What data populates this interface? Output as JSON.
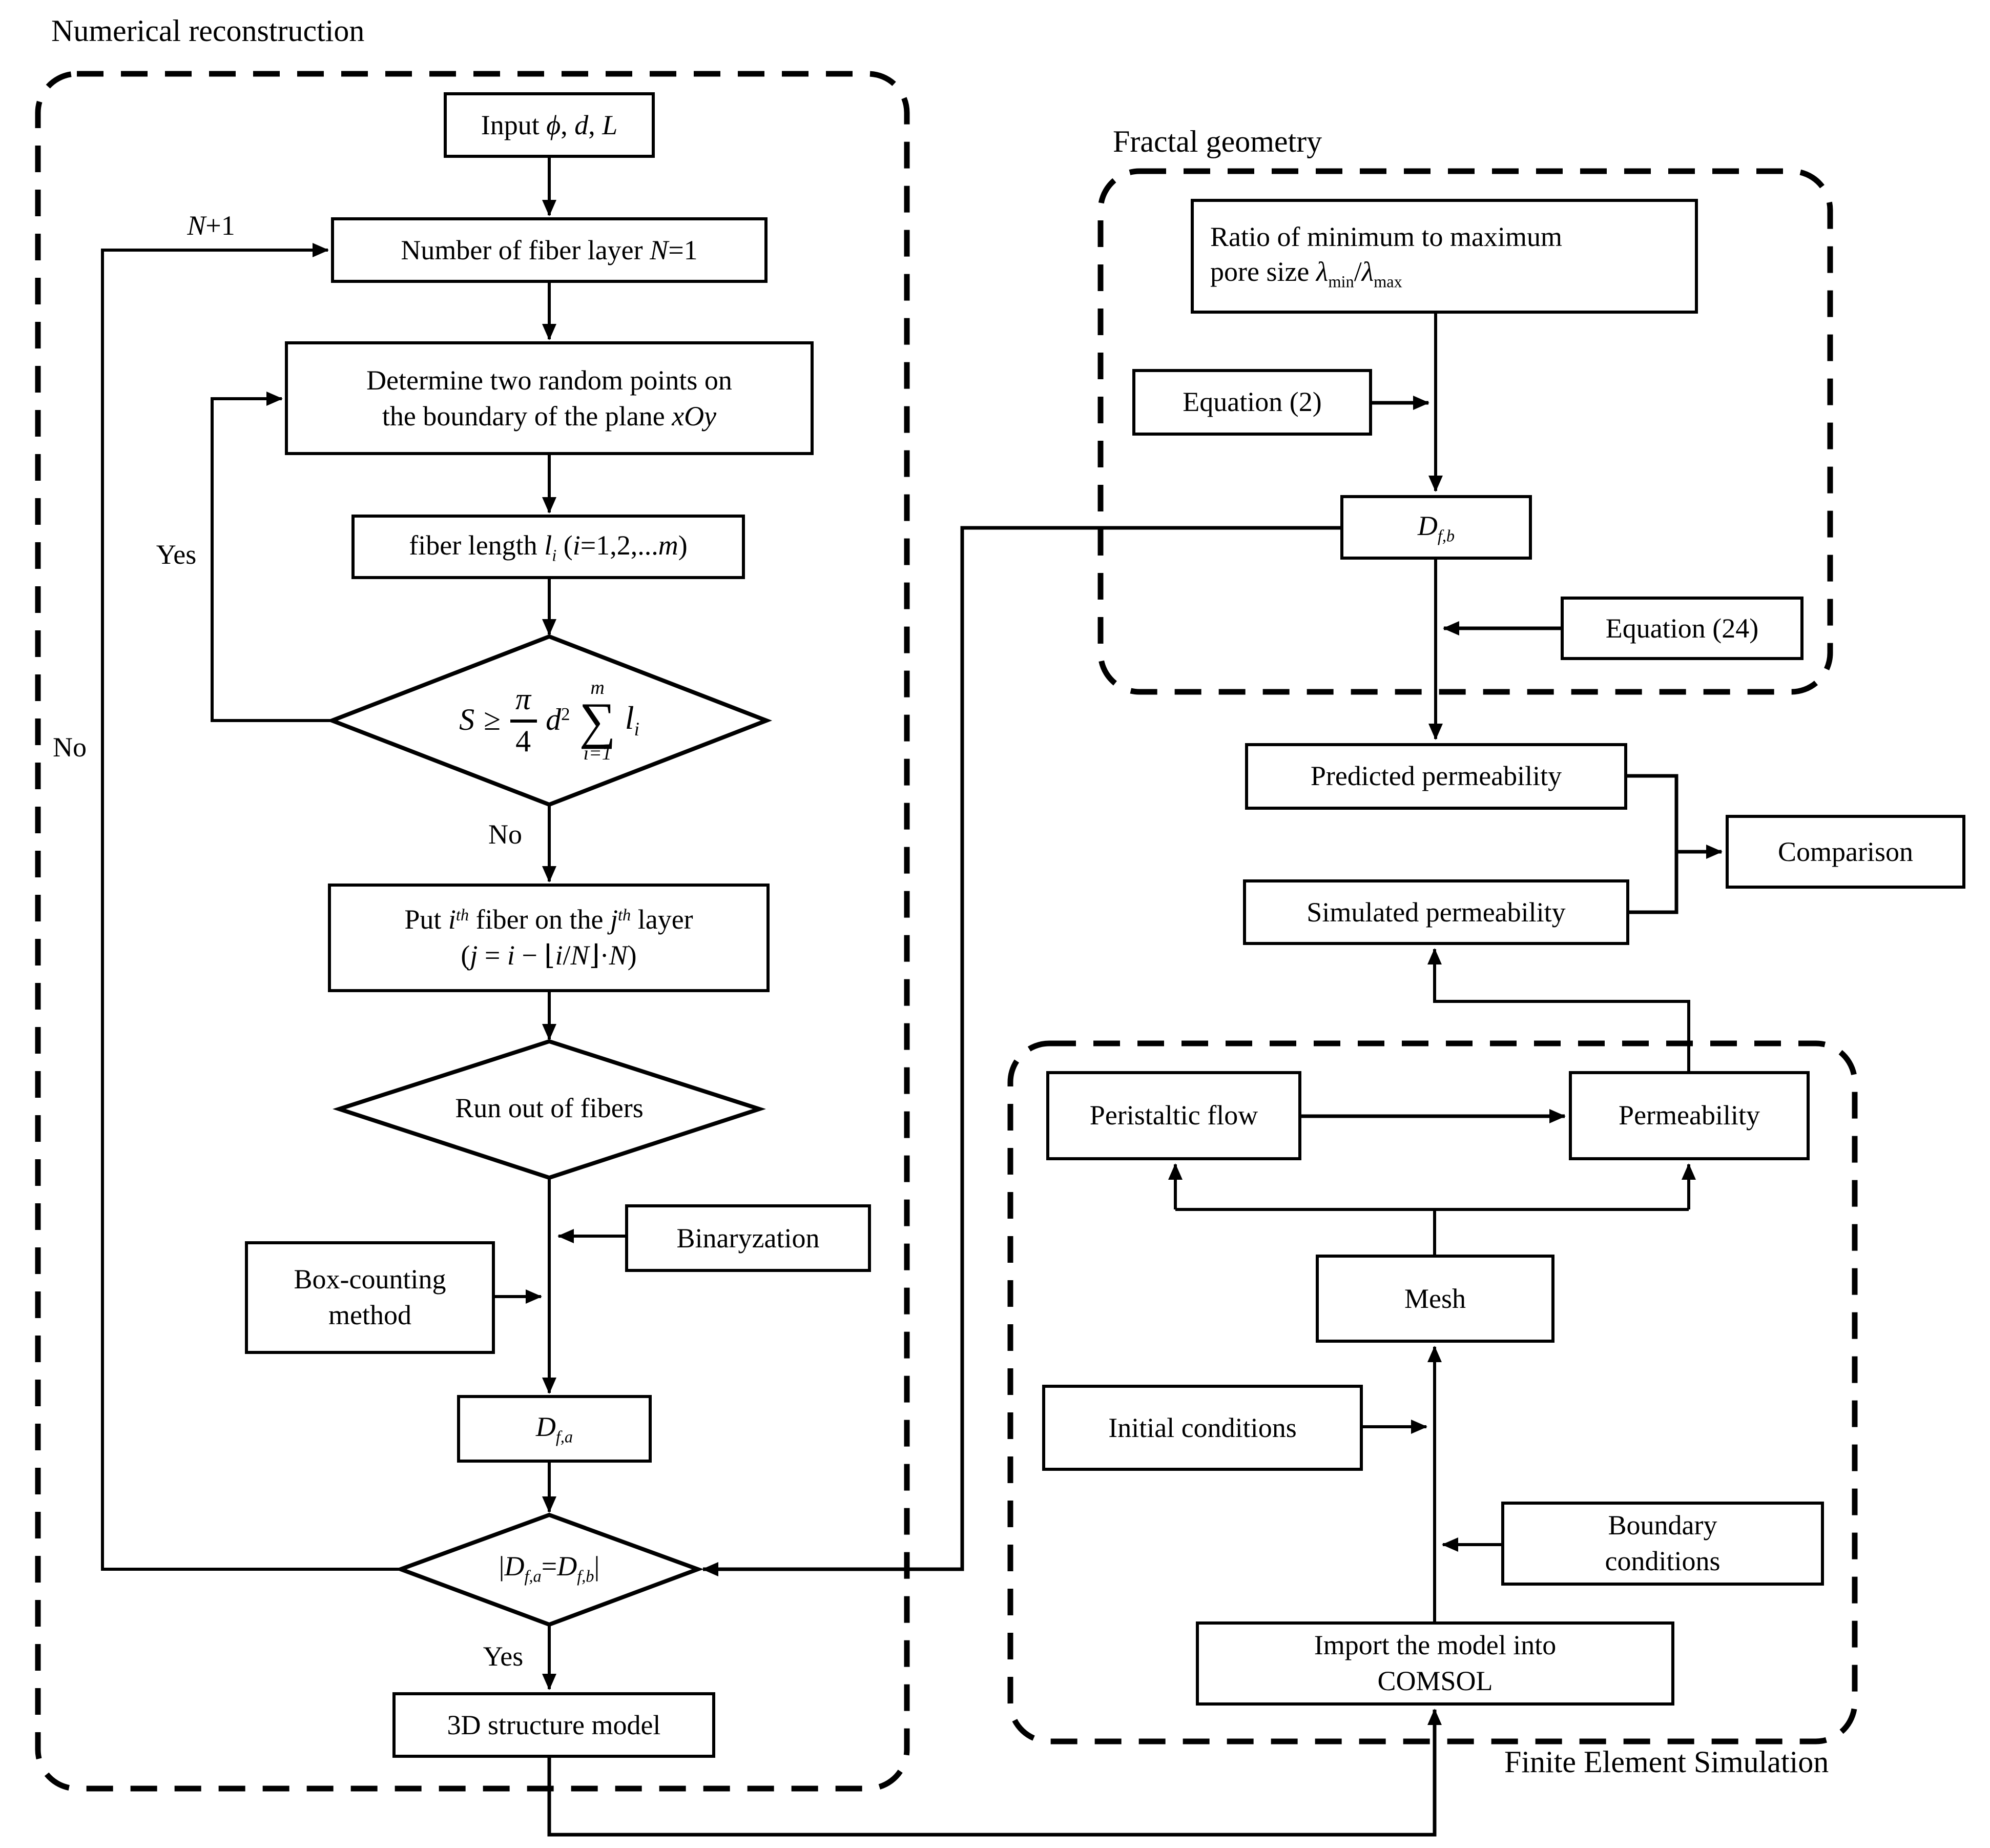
{
  "sections": {
    "numerical": {
      "title": "Numerical reconstruction"
    },
    "fractal": {
      "title": "Fractal geometry"
    },
    "fem": {
      "title": "Finite Element Simulation"
    }
  },
  "labels": {
    "n_plus_1": [
      {
        "t": "N",
        "c": "it"
      },
      {
        "t": "+1"
      }
    ],
    "yes_determine_loop": "Yes",
    "no_rebuild_loop": "No",
    "no_area_check": "No",
    "yes_df_check": "Yes"
  },
  "nodes": {
    "input": {
      "segments": [
        {
          "t": "Input "
        },
        {
          "t": "ϕ",
          "c": "it"
        },
        {
          "t": ", "
        },
        {
          "t": "d",
          "c": "it"
        },
        {
          "t": ", "
        },
        {
          "t": "L",
          "c": "it"
        }
      ]
    },
    "nlayer": {
      "segments": [
        {
          "t": "Number of fiber layer "
        },
        {
          "t": "N",
          "c": "it"
        },
        {
          "t": "=1"
        }
      ]
    },
    "determine": {
      "line1": "Determine two random points on",
      "line2segs": [
        {
          "t": "the boundary of the plane "
        },
        {
          "t": "xOy",
          "c": "it"
        }
      ]
    },
    "fiberlen": {
      "segments": [
        {
          "t": "fiber length "
        },
        {
          "t": "l",
          "c": "it"
        },
        {
          "t": "i",
          "c": "it sub"
        },
        {
          "t": " ("
        },
        {
          "t": "i",
          "c": "it"
        },
        {
          "t": "=1,2,..."
        },
        {
          "t": "m",
          "c": "it"
        },
        {
          "t": ")"
        }
      ]
    },
    "scheck": {
      "lhs": "S",
      "rel": "≥",
      "num": "π",
      "den": "4",
      "var": "d",
      "exp": "2",
      "top": "m",
      "sigma": "∑",
      "bot": "i=1",
      "termvar": "l",
      "termsub": "i"
    },
    "put": {
      "line1segs": [
        {
          "t": "Put "
        },
        {
          "t": "i",
          "c": "it"
        },
        {
          "t": "th",
          "c": "it sup"
        },
        {
          "t": " fiber on the "
        },
        {
          "t": "j",
          "c": "it"
        },
        {
          "t": "th",
          "c": "it sup"
        },
        {
          "t": " layer"
        }
      ],
      "line2segs": [
        {
          "t": "("
        },
        {
          "t": "j",
          "c": "it"
        },
        {
          "t": " = "
        },
        {
          "t": "i",
          "c": "it"
        },
        {
          "t": " − "
        },
        {
          "t": "⌊"
        },
        {
          "t": "i",
          "c": "it"
        },
        {
          "t": "/"
        },
        {
          "t": "N",
          "c": "it"
        },
        {
          "t": "⌋"
        },
        {
          "t": "·"
        },
        {
          "t": "N",
          "c": "it"
        },
        {
          "t": ")"
        }
      ]
    },
    "runout": {
      "label": "Run out of fibers"
    },
    "binaryzation": {
      "label": "Binaryzation"
    },
    "boxcounting": {
      "line1": "Box-counting",
      "line2": "method"
    },
    "dfa": {
      "segments": [
        {
          "t": "D",
          "c": "it"
        },
        {
          "t": "f,a",
          "c": "it sub"
        }
      ]
    },
    "dfcheck": {
      "segments": [
        {
          "t": "|"
        },
        {
          "t": "D",
          "c": "it"
        },
        {
          "t": "f,a",
          "c": "it sub"
        },
        {
          "t": "="
        },
        {
          "t": "D",
          "c": "it"
        },
        {
          "t": "f,b",
          "c": "it sub"
        },
        {
          "t": "|"
        }
      ]
    },
    "model3d": {
      "label": "3D structure model"
    },
    "ratio": {
      "line1": "Ratio of minimum to maximum",
      "line2segs": [
        {
          "t": "pore size "
        },
        {
          "t": "λ",
          "c": "it"
        },
        {
          "t": "min",
          "c": "sub"
        },
        {
          "t": "/"
        },
        {
          "t": "λ",
          "c": "it"
        },
        {
          "t": "max",
          "c": "sub"
        }
      ]
    },
    "eq2": {
      "label": "Equation (2)"
    },
    "dfb": {
      "segments": [
        {
          "t": "D",
          "c": "it"
        },
        {
          "t": "f,b",
          "c": "it sub"
        }
      ]
    },
    "eq24": {
      "label": "Equation (24)"
    },
    "predicted": {
      "label": "Predicted permeability"
    },
    "comparison": {
      "label": "Comparison"
    },
    "simulated": {
      "label": "Simulated permeability"
    },
    "peristaltic": {
      "label": "Peristaltic flow"
    },
    "permeability": {
      "label": "Permeability"
    },
    "mesh": {
      "label": "Mesh"
    },
    "initial": {
      "label": "Initial conditions"
    },
    "boundary": {
      "line1": "Boundary",
      "line2": "conditions"
    },
    "comsol": {
      "line1": "Import the model into",
      "line2": "COMSOL"
    }
  },
  "colors": {
    "ink": "#000000",
    "paper": "#ffffff"
  }
}
